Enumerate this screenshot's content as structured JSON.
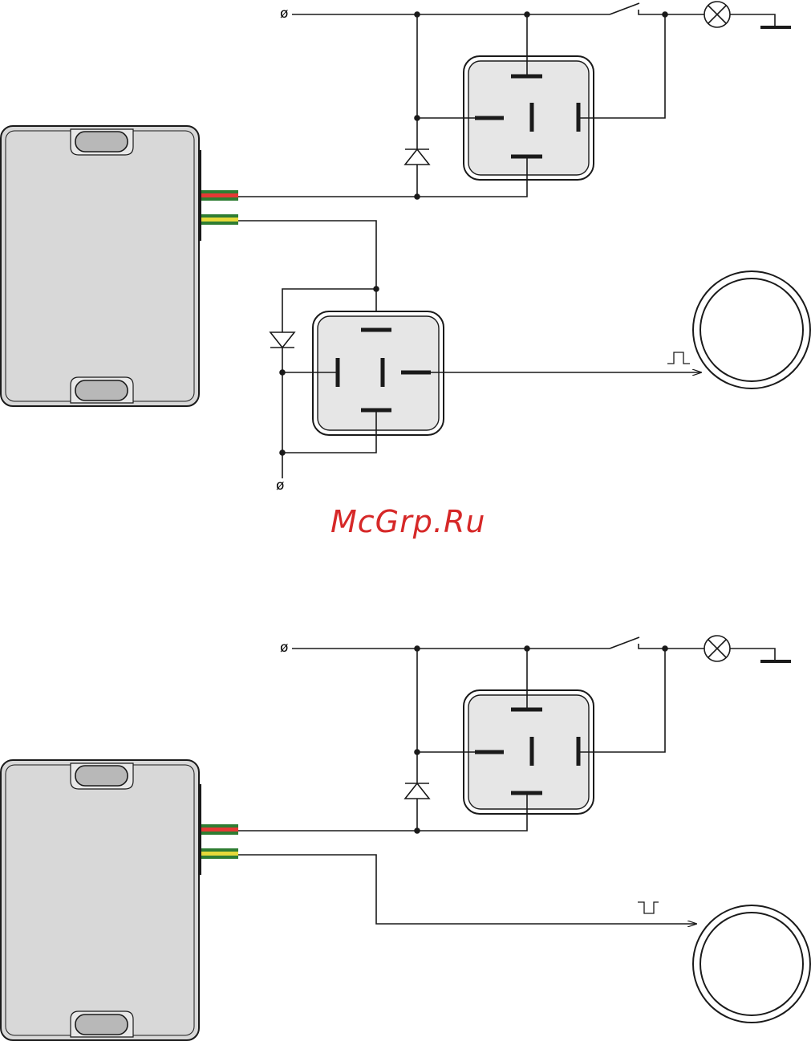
{
  "watermark": {
    "text": "McGrp.Ru",
    "color": "#d62828"
  },
  "terminal_symbol": "ø",
  "colors": {
    "wire": "#1a1a1a",
    "module_fill": "#d8d8d8",
    "relay_fill": "#e6e6e6",
    "wire_green": "#2e7d32",
    "wire_red": "#e53935",
    "wire_yellow": "#e6d93a"
  },
  "diagrams": [
    {
      "name": "relay-input-circuit",
      "output_signal": "positive-pulse"
    },
    {
      "name": "direct-input-circuit",
      "output_signal": "negative-pulse"
    }
  ],
  "icons": [
    "lamp-icon",
    "ground-icon",
    "switch-icon",
    "diode-icon",
    "relay-icon",
    "gauge-icon",
    "alarm-module-icon"
  ]
}
